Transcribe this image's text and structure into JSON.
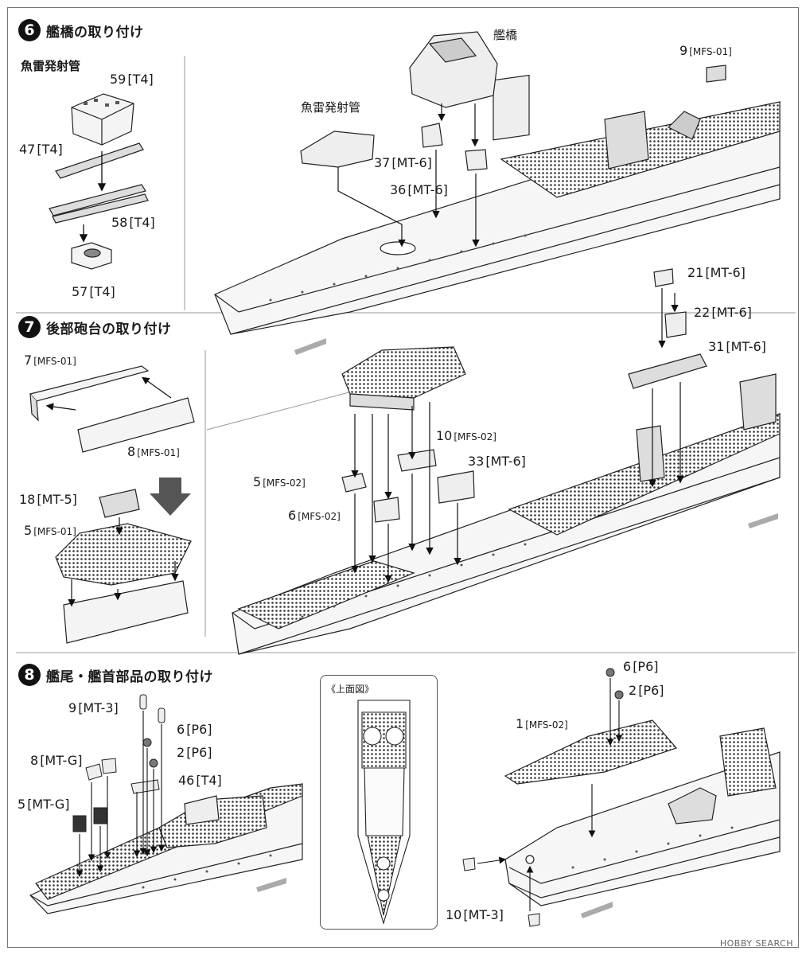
{
  "steps": [
    {
      "number": "6",
      "title": "艦橋の取り付け"
    },
    {
      "number": "7",
      "title": "後部砲台の取り付け"
    },
    {
      "number": "8",
      "title": "艦尾・艦首部品の取り付け"
    }
  ],
  "section6": {
    "sub_title": "魚雷発射管",
    "bridge_label": "艦橋",
    "torpedo_label": "魚雷発射管",
    "parts": [
      {
        "num": "59",
        "code": "[T4]"
      },
      {
        "num": "47",
        "code": "[T4]"
      },
      {
        "num": "58",
        "code": "[T4]"
      },
      {
        "num": "57",
        "code": "[T4]"
      },
      {
        "num": "37",
        "code": "[MT-6]"
      },
      {
        "num": "36",
        "code": "[MT-6]"
      },
      {
        "num": "9",
        "code": "[MFS-01]"
      }
    ]
  },
  "section7": {
    "parts": [
      {
        "num": "7",
        "code": "[MFS-01]"
      },
      {
        "num": "8",
        "code": "[MFS-01]"
      },
      {
        "num": "18",
        "code": "[MT-5]"
      },
      {
        "num": "5",
        "code": "[MFS-01]"
      },
      {
        "num": "21",
        "code": "[MT-6]"
      },
      {
        "num": "22",
        "code": "[MT-6]"
      },
      {
        "num": "31",
        "code": "[MT-6]"
      },
      {
        "num": "10",
        "code": "[MFS-02]"
      },
      {
        "num": "33",
        "code": "[MT-6]"
      },
      {
        "num": "5",
        "code": "[MFS-02]"
      },
      {
        "num": "6",
        "code": "[MFS-02]"
      }
    ]
  },
  "section8": {
    "top_view_title": "《上面図》",
    "parts": [
      {
        "num": "9",
        "code": "[MT-3]"
      },
      {
        "num": "6",
        "code": "[P6]"
      },
      {
        "num": "2",
        "code": "[P6]"
      },
      {
        "num": "8",
        "code": "[MT-G]"
      },
      {
        "num": "46",
        "code": "[T4]"
      },
      {
        "num": "5",
        "code": "[MT-G]"
      },
      {
        "num": "6",
        "code": "[P6]"
      },
      {
        "num": "2",
        "code": "[P6]"
      },
      {
        "num": "1",
        "code": "[MFS-02]"
      },
      {
        "num": "10",
        "code": "[MT-3]"
      }
    ]
  },
  "watermark": "HOBBY SEARCH"
}
